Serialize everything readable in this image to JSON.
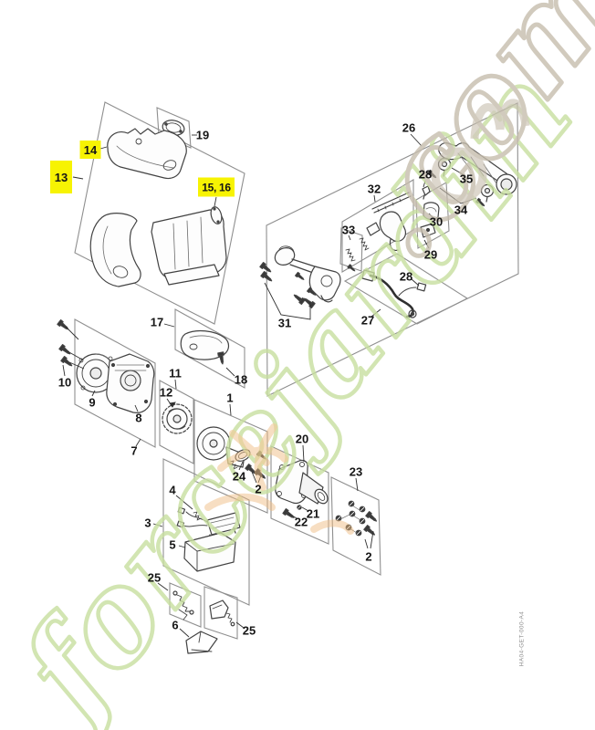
{
  "watermark": {
    "brand_green": "forcejardin",
    "brand_tan": ".com",
    "green_color": "#c8df9f",
    "tan_color": "#c6bdad",
    "orange_color": "#f0bd80"
  },
  "drawing_code": "HA04-GET-000-A4",
  "highlight_color": "#f7f303",
  "callouts": {
    "c1": "1",
    "c2": "2",
    "c3": "3",
    "c4": "4",
    "c5": "5",
    "c6": "6",
    "c7": "7",
    "c8": "8",
    "c9": "9",
    "c10": "10",
    "c11": "11",
    "c12": "12",
    "c13": "13",
    "c14": "14",
    "c15_16": "15, 16",
    "c17": "17",
    "c18": "18",
    "c19": "19",
    "c20": "20",
    "c21": "21",
    "c22": "22",
    "c23": "23",
    "c24": "24",
    "c25": "25",
    "c26": "26",
    "c27": "27",
    "c28": "28",
    "c29": "29",
    "c30": "30",
    "c31": "31",
    "c32": "32",
    "c33": "33",
    "c34": "34",
    "c35": "35"
  }
}
